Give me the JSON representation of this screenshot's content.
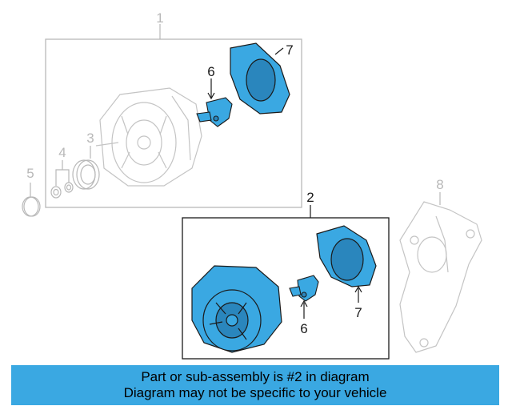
{
  "callouts": {
    "c1": "1",
    "c2": "2",
    "c3": "3",
    "c4": "4",
    "c5": "5",
    "c6a": "6",
    "c6b": "6",
    "c7a": "7",
    "c7b": "7",
    "c8": "8"
  },
  "colors": {
    "highlight": "#3aa8e2",
    "faded_line": "#b8b8b8",
    "dark_line": "#1a1a1a"
  },
  "banner": {
    "line1": "Part or sub-assembly is #2 in diagram",
    "line2": "Diagram may not be specific to your vehicle"
  }
}
